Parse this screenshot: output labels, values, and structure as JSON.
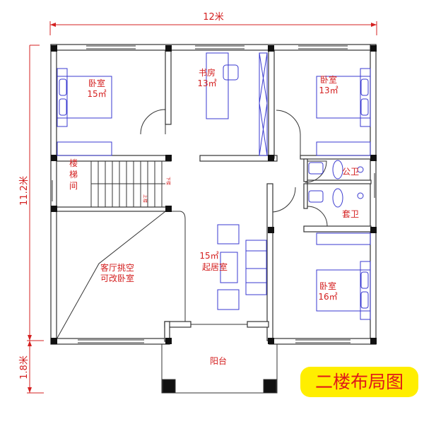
{
  "dimensions": {
    "width": "12米",
    "depth": "11.2米",
    "balcony_depth": "1.8米"
  },
  "rooms": {
    "bedroom_nw": {
      "name": "卧室",
      "area": "15㎡"
    },
    "study": {
      "name": "书房",
      "area": "13㎡"
    },
    "bedroom_ne": {
      "name": "卧室",
      "area": "13㎡"
    },
    "stairwell": {
      "name": [
        "楼",
        "梯",
        "间"
      ]
    },
    "stair_down": "下楼",
    "stair_up": "上楼",
    "public_bath": {
      "name": "公卫"
    },
    "ensuite_bath": {
      "name": "套卫"
    },
    "void": {
      "line1": "客厅挑空",
      "line2": "可改卧室"
    },
    "living": {
      "area": "15㎡",
      "name": "起居室"
    },
    "bedroom_se": {
      "name": "卧室",
      "area": "16㎡"
    },
    "balcony": {
      "name": "阳台"
    }
  },
  "title": "二楼布局图",
  "colors": {
    "label": "#d42020",
    "furniture": "#3a3ad0",
    "badge": "#ffee00"
  }
}
